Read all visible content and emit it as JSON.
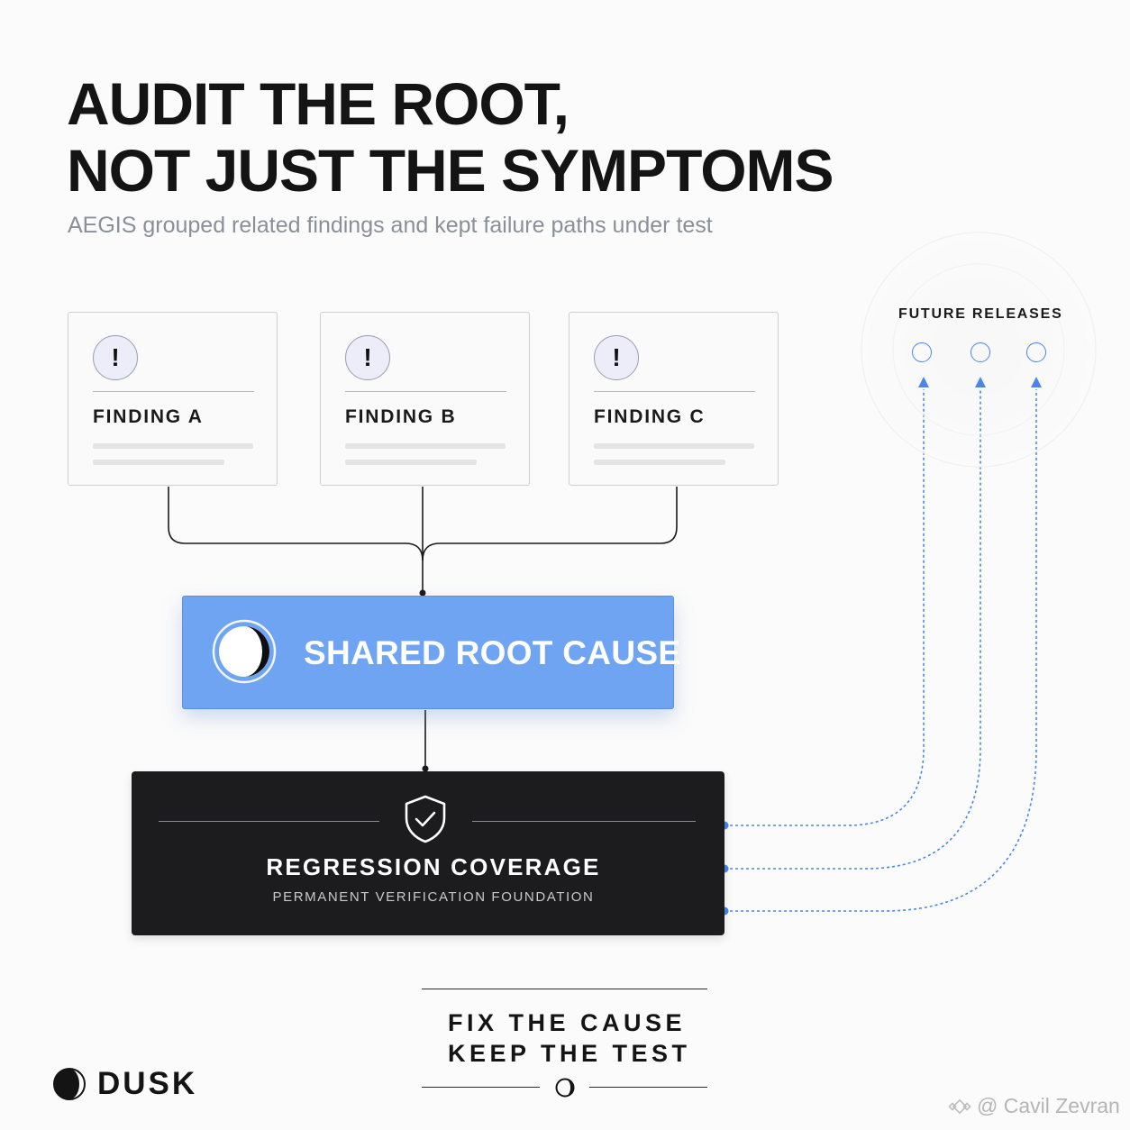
{
  "header": {
    "title_line1": "AUDIT THE ROOT,",
    "title_line2": "NOT JUST THE SYMPTOMS",
    "subtitle": "AEGIS grouped related findings and kept failure paths under test"
  },
  "findings": [
    {
      "label": "FINDING A",
      "icon": "!"
    },
    {
      "label": "FINDING B",
      "icon": "!"
    },
    {
      "label": "FINDING C",
      "icon": "!"
    }
  ],
  "root_cause": {
    "title": "SHARED ROOT CAUSE",
    "icon": "dusk-logo-icon",
    "color": "#6fa4f2"
  },
  "coverage": {
    "title": "REGRESSION COVERAGE",
    "caption": "PERMANENT VERIFICATION FOUNDATION",
    "icon": "shield-check-icon",
    "color": "#1c1c1e"
  },
  "future": {
    "label": "FUTURE RELEASES",
    "node_count": 3,
    "accent_color": "#4a86e8"
  },
  "motto": {
    "line1": "FIX THE CAUSE",
    "line2": "KEEP THE TEST"
  },
  "brand": {
    "name": "DUSK",
    "icon": "dusk-logo-icon"
  },
  "watermark": {
    "text": "@ Cavil Zevran",
    "icon": "binance-square-icon"
  }
}
